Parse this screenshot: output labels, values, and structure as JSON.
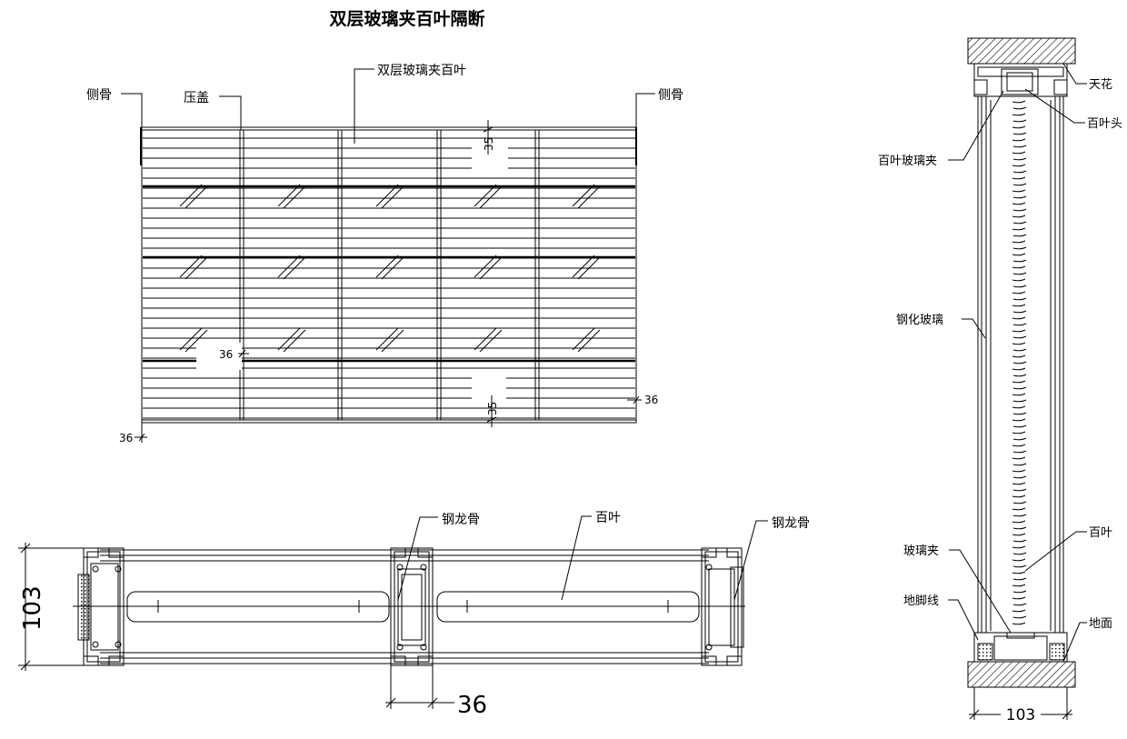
{
  "title": "双层玻璃夹百叶隔断",
  "elevation": {
    "labels": {
      "side_bone_left": "侧骨",
      "press_cover": "压盖",
      "double_glass_louver": "双层玻璃夹百叶",
      "side_bone_right": "侧骨"
    },
    "dims": {
      "top": "35",
      "mid_left": "36",
      "bottom_center": "35",
      "right": "36",
      "bottom_left": "36"
    }
  },
  "plan": {
    "labels": {
      "steel_keel_center": "钢龙骨",
      "louver": "百叶",
      "steel_keel_right": "钢龙骨"
    },
    "dims": {
      "height": "103",
      "mullion": "36"
    }
  },
  "section": {
    "labels": {
      "ceiling": "天花",
      "louver_head": "百叶头",
      "louver_glass_clip": "百叶玻璃夹",
      "tempered_glass": "钢化玻璃",
      "louver": "百叶",
      "glass_clip": "玻璃夹",
      "skirting": "地脚线",
      "floor": "地面"
    },
    "dims": {
      "width": "103"
    }
  }
}
